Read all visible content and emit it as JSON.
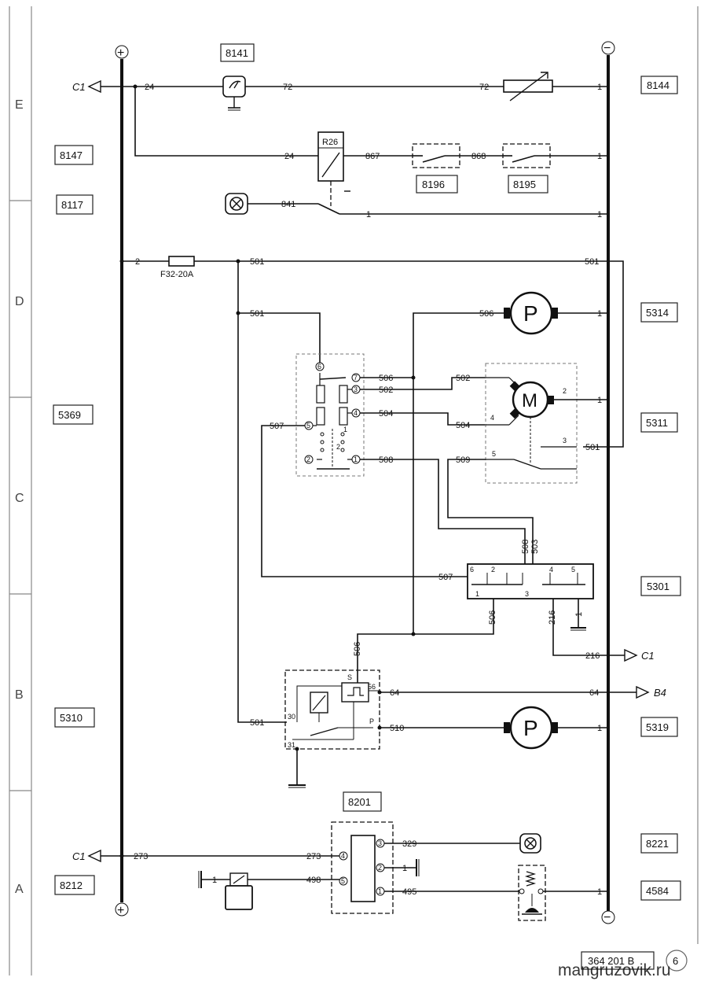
{
  "zones": [
    "E",
    "D",
    "C",
    "B",
    "A"
  ],
  "component_labels": {
    "c8141": "8141",
    "c8147": "8147",
    "c8117": "8117",
    "c5369": "5369",
    "c5310": "5310",
    "c8212": "8212",
    "c8144": "8144",
    "c8196": "8196",
    "c8195": "8195",
    "c5314": "5314",
    "c5311": "5311",
    "c5301": "5301",
    "c5319": "5319",
    "c8201": "8201",
    "c8221": "8221",
    "c4584": "4584"
  },
  "bus_signs": {
    "pos_top": "+",
    "pos_bottom": "+",
    "neg_top": "−",
    "neg_bottom": "−"
  },
  "external_refs": {
    "c1_top": "C1",
    "c1_bottom": "C1",
    "c1_mid": "C1",
    "b4": "B4"
  },
  "fuse": "F32-20A",
  "relay": "R26",
  "symbols": {
    "pump": "P",
    "motor": "M"
  },
  "wires": {
    "w24a": "24",
    "w72a": "72",
    "w72b": "72",
    "w1_e1": "1",
    "w24b": "24",
    "w867": "867",
    "w868": "868",
    "w1_e2": "1",
    "w841": "841",
    "w1_e3a": "1",
    "w1_e3b": "1",
    "w2": "2",
    "w501a": "501",
    "w501b": "501",
    "w501c": "501",
    "w506a": "506",
    "w1_d1": "1",
    "w506b": "506",
    "w502a": "502",
    "w504a": "504",
    "w507a": "507",
    "w508a": "508",
    "w502b": "502",
    "w504b": "504",
    "w509": "509",
    "w501d": "501",
    "w1_m": "1",
    "w508b": "508",
    "w503": "503",
    "w507b": "507",
    "w506c": "506",
    "w216a": "216",
    "w1_g": "1",
    "w216b": "216",
    "w506d": "506",
    "w64a": "64",
    "w64b": "64",
    "w501e": "501",
    "w510": "510",
    "w1_b": "1",
    "w273a": "273",
    "w273b": "273",
    "w329": "329",
    "w1_a1": "1",
    "w498": "498",
    "w1_a2": "1",
    "w495": "495",
    "w1_a3": "1"
  },
  "mm_text": {
    "m1_1": "1",
    "m2_2": "2",
    "m3_3": "3",
    "m4_4": "4",
    "m5_5": "5"
  },
  "connector_pins": {
    "sw_p6": "6",
    "sw_p7": "7",
    "sw_p3": "3",
    "sw_p4": "4",
    "sw_p5": "5",
    "sw_p2": "2",
    "sw_p1": "1",
    "sw_i1": "1",
    "sw_i2": "2",
    "c5301_1": "1",
    "c5301_2": "2",
    "c5301_3": "3",
    "c5301_4": "4",
    "c5301_5": "5",
    "c5301_6": "6",
    "rel_s": "S",
    "rel_56": "56",
    "rel_30": "30",
    "rel_p": "P",
    "rel_31": "31",
    "c8201_3": "3",
    "c8201_4": "4",
    "c8201_2": "2",
    "c8201_5": "5",
    "c8201_1": "1",
    "m_2": "2",
    "m_3": "3",
    "m_4": "4",
    "m_5": "5"
  },
  "footer": {
    "doc_number": "364 201 B",
    "page": "6",
    "watermark": "mangruzovik.ru"
  }
}
